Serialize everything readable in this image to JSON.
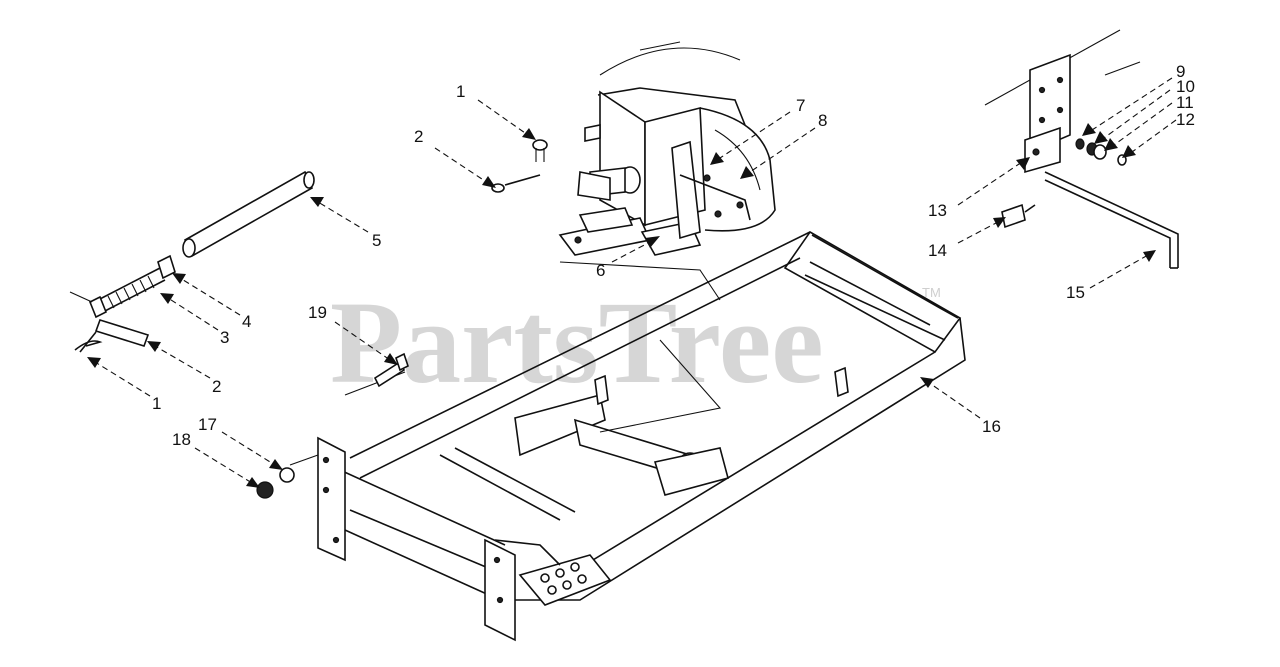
{
  "watermark": {
    "text": "PartsTree",
    "trademark": "TM"
  },
  "callouts": [
    {
      "id": "c-1a",
      "text": "1"
    },
    {
      "id": "c-2a",
      "text": "2"
    },
    {
      "id": "c-7",
      "text": "7"
    },
    {
      "id": "c-8",
      "text": "8"
    },
    {
      "id": "c-5",
      "text": "5"
    },
    {
      "id": "c-6",
      "text": "6"
    },
    {
      "id": "c-4",
      "text": "4"
    },
    {
      "id": "c-3",
      "text": "3"
    },
    {
      "id": "c-2b",
      "text": "2"
    },
    {
      "id": "c-1b",
      "text": "1"
    },
    {
      "id": "c-19",
      "text": "19"
    },
    {
      "id": "c-17",
      "text": "17"
    },
    {
      "id": "c-18",
      "text": "18"
    },
    {
      "id": "c-9",
      "text": "9"
    },
    {
      "id": "c-10",
      "text": "10"
    },
    {
      "id": "c-11",
      "text": "11"
    },
    {
      "id": "c-12",
      "text": "12"
    },
    {
      "id": "c-13",
      "text": "13"
    },
    {
      "id": "c-14",
      "text": "14"
    },
    {
      "id": "c-15",
      "text": "15"
    },
    {
      "id": "c-16",
      "text": "16"
    }
  ]
}
